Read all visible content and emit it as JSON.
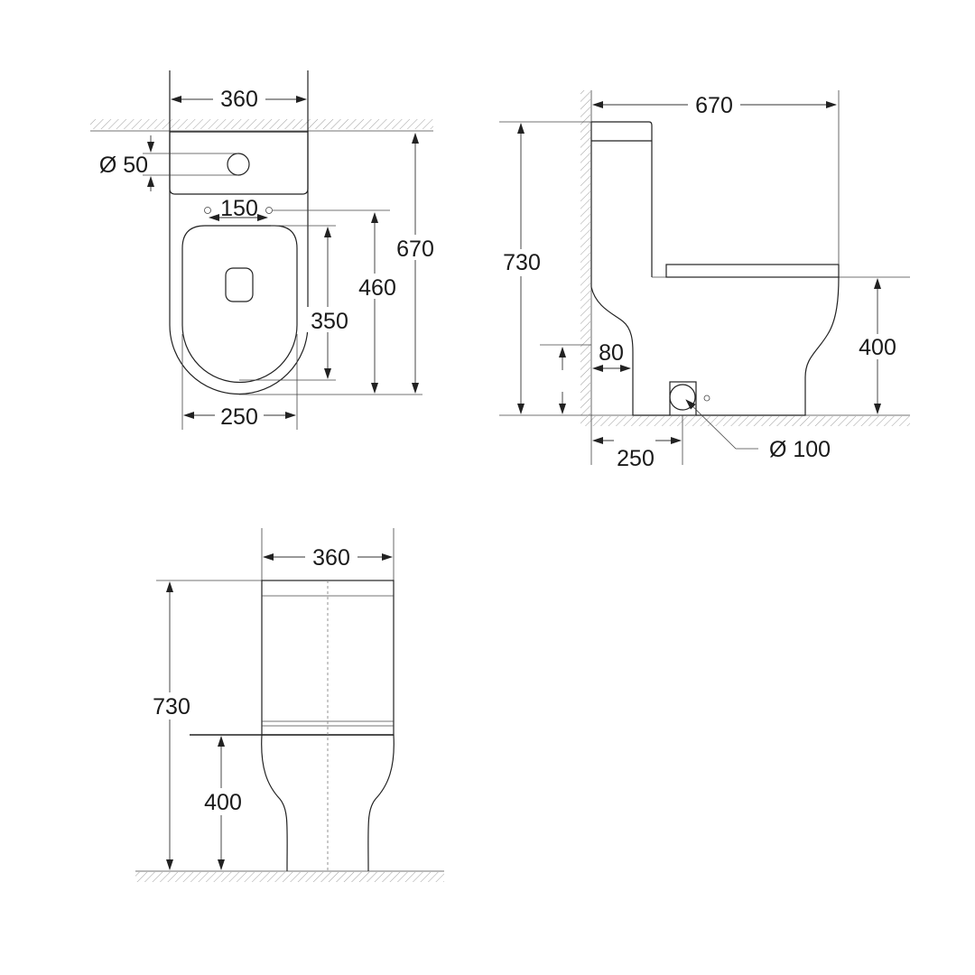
{
  "top_view": {
    "width_label": "360",
    "pipe_label": "Ø 50",
    "holes_label": "150",
    "seat_length_label": "350",
    "hole_to_front_label": "460",
    "total_depth_label": "670",
    "seat_width_label": "250"
  },
  "side_view": {
    "depth_label": "670",
    "height_label": "730",
    "seat_height_label": "400",
    "gap_label": "80",
    "outlet_offset_label": "250",
    "outlet_label": "Ø 100"
  },
  "front_view": {
    "width_label": "360",
    "height_label": "730",
    "seat_height_label": "400"
  }
}
